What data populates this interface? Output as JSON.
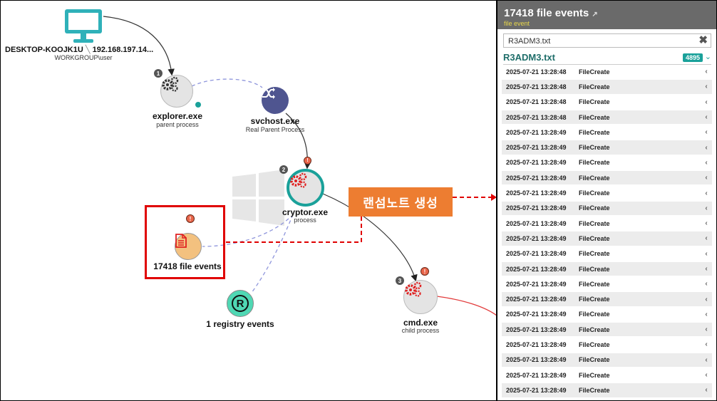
{
  "graph": {
    "host": {
      "name": "DESKTOP-KOOJK1U",
      "ip": "192.168.197.14...",
      "sub": "WORKGROUP\\user"
    },
    "explorer": {
      "label": "explorer.exe",
      "sub": "parent process",
      "badge": "1"
    },
    "svchost": {
      "label": "svchost.exe",
      "sub": "Real Parent Process"
    },
    "cryptor": {
      "label": "cryptor.exe",
      "sub": "process",
      "badge": "2",
      "alert": "!"
    },
    "file_events": {
      "label": "17418 file events",
      "alert": "!"
    },
    "registry_events": {
      "label": "1 registry events",
      "icon_text": "R"
    },
    "cmd": {
      "label": "cmd.exe",
      "sub": "child process",
      "badge": "3",
      "alert": "!"
    },
    "annotation": "랜섬노트 생성",
    "colors": {
      "highlight": "#e00000",
      "annotation": "#ed7d31",
      "accent": "#1aa19a"
    }
  },
  "panel": {
    "title": "17418 file events",
    "subtitle": "file event",
    "search_value": "R3ADM3.txt",
    "clear_icon": "close-icon",
    "group": {
      "name": "R3ADM3.txt",
      "count": "4895"
    },
    "rows": [
      {
        "ts": "2025-07-21 13:28:48",
        "event": "FileCreate"
      },
      {
        "ts": "2025-07-21 13:28:48",
        "event": "FileCreate"
      },
      {
        "ts": "2025-07-21 13:28:48",
        "event": "FileCreate"
      },
      {
        "ts": "2025-07-21 13:28:48",
        "event": "FileCreate"
      },
      {
        "ts": "2025-07-21 13:28:49",
        "event": "FileCreate"
      },
      {
        "ts": "2025-07-21 13:28:49",
        "event": "FileCreate"
      },
      {
        "ts": "2025-07-21 13:28:49",
        "event": "FileCreate"
      },
      {
        "ts": "2025-07-21 13:28:49",
        "event": "FileCreate"
      },
      {
        "ts": "2025-07-21 13:28:49",
        "event": "FileCreate"
      },
      {
        "ts": "2025-07-21 13:28:49",
        "event": "FileCreate"
      },
      {
        "ts": "2025-07-21 13:28:49",
        "event": "FileCreate"
      },
      {
        "ts": "2025-07-21 13:28:49",
        "event": "FileCreate"
      },
      {
        "ts": "2025-07-21 13:28:49",
        "event": "FileCreate"
      },
      {
        "ts": "2025-07-21 13:28:49",
        "event": "FileCreate"
      },
      {
        "ts": "2025-07-21 13:28:49",
        "event": "FileCreate"
      },
      {
        "ts": "2025-07-21 13:28:49",
        "event": "FileCreate"
      },
      {
        "ts": "2025-07-21 13:28:49",
        "event": "FileCreate"
      },
      {
        "ts": "2025-07-21 13:28:49",
        "event": "FileCreate"
      },
      {
        "ts": "2025-07-21 13:28:49",
        "event": "FileCreate"
      },
      {
        "ts": "2025-07-21 13:28:49",
        "event": "FileCreate"
      },
      {
        "ts": "2025-07-21 13:28:49",
        "event": "FileCreate"
      },
      {
        "ts": "2025-07-21 13:28:49",
        "event": "FileCreate"
      }
    ]
  }
}
